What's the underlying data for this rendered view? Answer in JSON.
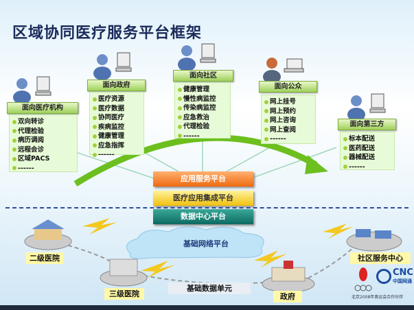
{
  "title": "区域协同医疗服务平台框架",
  "panels": [
    {
      "header": "面向医疗机构",
      "items": [
        "双向转诊",
        "代理检验",
        "病历调阅",
        "远程会诊",
        "区域PACS",
        "------"
      ]
    },
    {
      "header": "面向政府",
      "items": [
        "医疗资源",
        "医疗数据",
        "协同医疗",
        "疾病监控",
        "健康管理",
        "应急指挥",
        "------"
      ]
    },
    {
      "header": "面向社区",
      "items": [
        "健康管理",
        "慢性病监控",
        "传染病监控",
        "应急救治",
        "代理检验",
        "------"
      ]
    },
    {
      "header": "面向公众",
      "items": [
        "网上挂号",
        "网上预约",
        "网上咨询",
        "网上查阅",
        "------"
      ]
    },
    {
      "header": "面向第三方",
      "items": [
        "标本配送",
        "医药配送",
        "器械配送",
        "------"
      ]
    }
  ],
  "platforms": {
    "app": "应用服务平台",
    "integration": "医疗应用集成平台",
    "datacenter": "数据中心平台"
  },
  "network": "基础网络平台",
  "sites": {
    "secondary": "二级医院",
    "tertiary": "三级医院",
    "data_unit": "基础数据单元",
    "government": "政府",
    "community": "社区服务中心"
  },
  "sponsor": {
    "brand": "CNC",
    "brand_cn": "中国网通",
    "tagline": "北京2008年奥运会合作伙伴"
  }
}
